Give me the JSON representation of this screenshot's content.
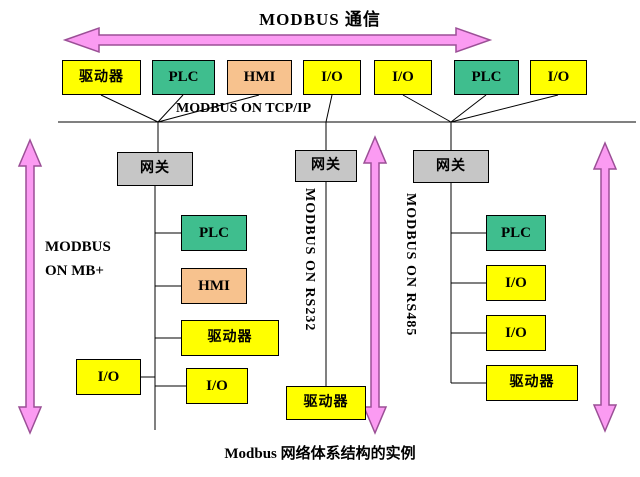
{
  "title": "MODBUS 通信",
  "caption": "Modbus 网络体系结构的实例",
  "bus": {
    "label": "MODBUS ON TCP/IP"
  },
  "segments": {
    "mbplus_line1": "MODBUS",
    "mbplus_line2": "ON MB+",
    "rs232": "MODBUS ON RS232",
    "rs485": "MODBUS ON RS485"
  },
  "nodes": {
    "t1": {
      "label": "驱动器",
      "kind": "drive"
    },
    "t2": {
      "label": "PLC",
      "kind": "plc"
    },
    "t3": {
      "label": "HMI",
      "kind": "hmi"
    },
    "t4": {
      "label": "I/O",
      "kind": "io"
    },
    "t5": {
      "label": "I/O",
      "kind": "io"
    },
    "t6": {
      "label": "PLC",
      "kind": "plc"
    },
    "t7": {
      "label": "I/O",
      "kind": "io"
    },
    "g1": {
      "label": "网关",
      "kind": "gateway"
    },
    "g2": {
      "label": "网关",
      "kind": "gateway"
    },
    "g3": {
      "label": "网关",
      "kind": "gateway"
    },
    "l0": {
      "label": "I/O",
      "kind": "io"
    },
    "l1": {
      "label": "PLC",
      "kind": "plc"
    },
    "l2": {
      "label": "HMI",
      "kind": "hmi"
    },
    "l3": {
      "label": "驱动器",
      "kind": "drive"
    },
    "l4": {
      "label": "I/O",
      "kind": "io"
    },
    "m1": {
      "label": "驱动器",
      "kind": "drive"
    },
    "r1": {
      "label": "PLC",
      "kind": "plc"
    },
    "r2": {
      "label": "I/O",
      "kind": "io"
    },
    "r3": {
      "label": "I/O",
      "kind": "io"
    },
    "r4": {
      "label": "驱动器",
      "kind": "drive"
    }
  },
  "colors": {
    "device_yellow": "#FFFF00",
    "plc_green": "#3FBE8E",
    "hmi_peach": "#F7C28E",
    "gateway_gray": "#C6C6C6",
    "arrow_fill": "#FB9BF2",
    "arrow_stroke": "#9B4F96",
    "line_black": "#000000"
  }
}
